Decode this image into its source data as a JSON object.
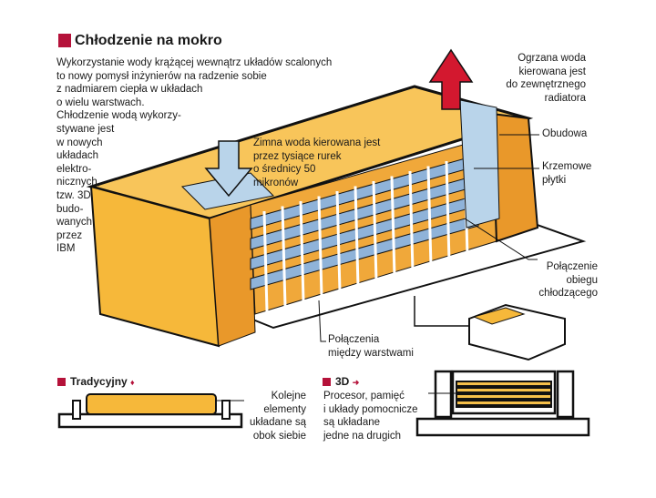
{
  "title": "Chłodzenie na mokro",
  "intro_lines": [
    "Wykorzystanie wody krążącej wewnątrz układów scalonych",
    "to nowy pomysł inżynierów na radzenie sobie",
    "z nadmiarem ciepła w układach",
    "o wielu warstwach.",
    "Chłodzenie wodą wykorzy-",
    "stywane jest",
    "w nowych",
    "układach",
    "elektro-",
    "nicznych,",
    "tzw. 3D,",
    "budo-",
    "wanych",
    "przez",
    "IBM"
  ],
  "labels": {
    "cold_water": [
      "Zimna woda kierowana jest",
      "przez tysiące rurek",
      "o średnicy 50",
      "mikronów"
    ],
    "hot_water": [
      "Ogrzana woda",
      "kierowana jest",
      "do zewnętrznego",
      "radiatora"
    ],
    "housing": "Obudowa",
    "silicon_plates": [
      "Krzemowe",
      "płytki"
    ],
    "cooling_connection": [
      "Połączenie",
      "obiegu",
      "chłodzącego"
    ],
    "layer_connections": [
      "Połączenia",
      "między warstwami"
    ]
  },
  "traditional": {
    "heading": "Tradycyjny",
    "arrow": "♦",
    "text": [
      "Kolejne",
      "elementy",
      "układane są",
      "obok siebie"
    ]
  },
  "threed": {
    "heading": "3D",
    "arrow": "➜",
    "text": [
      "Procesor, pamięć",
      "i układy pomocnicze",
      "są układane",
      "jedne na drugich"
    ]
  },
  "colors": {
    "accent": "#b5123a",
    "housing": "#f6b83a",
    "housing_dark": "#e9982a",
    "water": "#b9d4ea",
    "hot_arrow": "#d3182f"
  }
}
